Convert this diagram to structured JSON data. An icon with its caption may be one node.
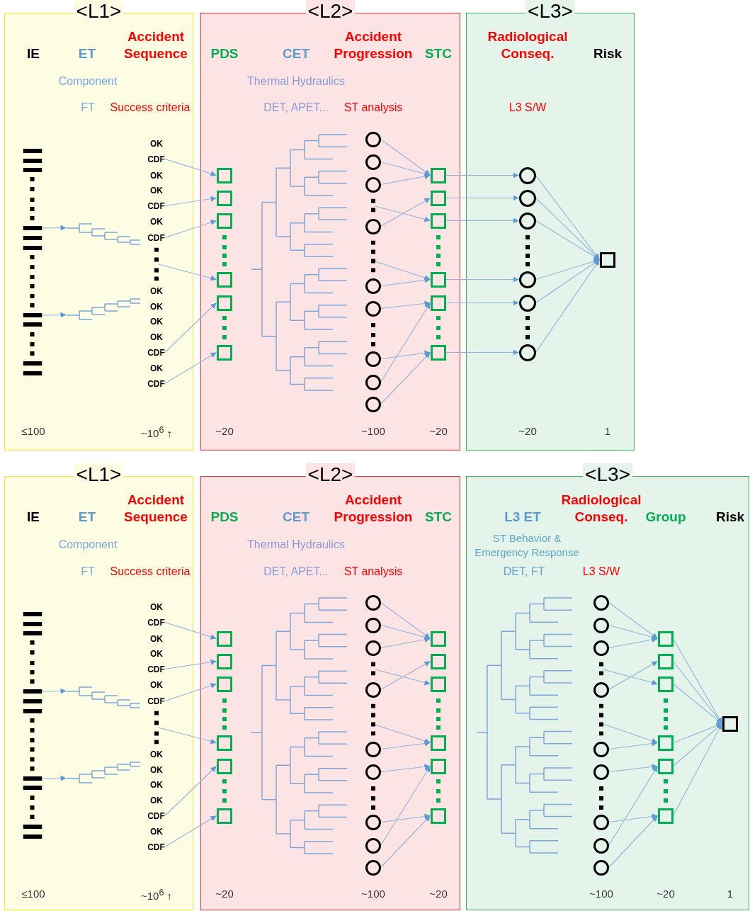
{
  "diagram": {
    "nodes": [
      {
        "text": [
          "<L1>"
        ]
      },
      {
        "text": [
          "<L2>"
        ]
      },
      {
        "text": [
          "<L3>"
        ]
      },
      {
        "text": [],
        "shape": "tree",
        "in": 0
      },
      {
        "text": [],
        "shape": "tree",
        "in": 0
      },
      {
        "text": [
          "CDF"
        ],
        "in": 0
      },
      {
        "text": [
          "CDF"
        ],
        "in": 0
      },
      {
        "text": [
          "CDF"
        ],
        "in": 0
      },
      {
        "text": [
          "CDF"
        ],
        "in": 0
      },
      {
        "text": [
          "CDF"
        ],
        "in": 0
      },
      {
        "text": [],
        "shape": "box",
        "in": 1
      },
      {
        "text": [],
        "shape": "box",
        "in": 1
      },
      {
        "text": [],
        "shape": "box",
        "in": 1
      },
      {
        "text": [],
        "shape": "box",
        "in": 1
      },
      {
        "text": [],
        "shape": "box",
        "in": 1
      },
      {
        "text": [],
        "shape": "box",
        "in": 1
      },
      {
        "text": [],
        "shape": "circle",
        "in": 1
      },
      {
        "text": [],
        "shape": "circle",
        "in": 1
      },
      {
        "text": [],
        "shape": "circle",
        "in": 1
      },
      {
        "text": [],
        "shape": "circle",
        "in": 1
      },
      {
        "text": [],
        "shape": "circle",
        "in": 1
      },
      {
        "text": [],
        "shape": "circle",
        "in": 1
      },
      {
        "text": [],
        "shape": "circle",
        "in": 1
      },
      {
        "text": [],
        "shape": "circle",
        "in": 1
      },
      {
        "text": [],
        "shape": "circle",
        "in": 1
      },
      {
        "text": [],
        "shape": "box",
        "in": 1
      },
      {
        "text": [],
        "shape": "box",
        "in": 1
      },
      {
        "text": [],
        "shape": "box",
        "in": 1
      },
      {
        "text": [],
        "shape": "box",
        "in": 1
      },
      {
        "text": [],
        "shape": "box",
        "in": 1
      },
      {
        "text": [],
        "shape": "box",
        "in": 1
      },
      {
        "text": [],
        "shape": "circle",
        "in": 2
      },
      {
        "text": [],
        "shape": "circle",
        "in": 2
      },
      {
        "text": [],
        "shape": "circle",
        "in": 2
      },
      {
        "text": [],
        "shape": "circle",
        "in": 2
      },
      {
        "text": [],
        "shape": "circle",
        "in": 2
      },
      {
        "text": [],
        "shape": "circle",
        "in": 2
      },
      {
        "text": [],
        "shape": "box",
        "in": 2
      },
      {
        "text": [
          "<L1>"
        ]
      },
      {
        "text": [
          "<L2>"
        ]
      },
      {
        "text": [
          "<L3>"
        ]
      },
      {
        "text": [],
        "shape": "tree",
        "in": 38
      },
      {
        "text": [],
        "shape": "tree",
        "in": 38
      },
      {
        "text": [
          "CDF"
        ],
        "in": 38
      },
      {
        "text": [
          "CDF"
        ],
        "in": 38
      },
      {
        "text": [
          "CDF"
        ],
        "in": 38
      },
      {
        "text": [
          "CDF"
        ],
        "in": 38
      },
      {
        "text": [
          "CDF"
        ],
        "in": 38
      },
      {
        "text": [],
        "shape": "box",
        "in": 39
      },
      {
        "text": [],
        "shape": "box",
        "in": 39
      },
      {
        "text": [],
        "shape": "box",
        "in": 39
      },
      {
        "text": [],
        "shape": "box",
        "in": 39
      },
      {
        "text": [],
        "shape": "box",
        "in": 39
      },
      {
        "text": [],
        "shape": "box",
        "in": 39
      },
      {
        "text": [],
        "shape": "circle",
        "in": 39
      },
      {
        "text": [],
        "shape": "circle",
        "in": 39
      },
      {
        "text": [],
        "shape": "circle",
        "in": 39
      },
      {
        "text": [],
        "shape": "circle",
        "in": 39
      },
      {
        "text": [],
        "shape": "circle",
        "in": 39
      },
      {
        "text": [],
        "shape": "circle",
        "in": 39
      },
      {
        "text": [],
        "shape": "circle",
        "in": 39
      },
      {
        "text": [],
        "shape": "circle",
        "in": 39
      },
      {
        "text": [],
        "shape": "circle",
        "in": 39
      },
      {
        "text": [],
        "shape": "box",
        "in": 39
      },
      {
        "text": [],
        "shape": "box",
        "in": 39
      },
      {
        "text": [],
        "shape": "box",
        "in": 39
      },
      {
        "text": [],
        "shape": "box",
        "in": 39
      },
      {
        "text": [],
        "shape": "box",
        "in": 39
      },
      {
        "text": [],
        "shape": "box",
        "in": 39
      },
      {
        "text": [],
        "shape": "circle",
        "in": 40
      },
      {
        "text": [],
        "shape": "circle",
        "in": 40
      },
      {
        "text": [],
        "shape": "circle",
        "in": 40
      },
      {
        "text": [],
        "shape": "circle",
        "in": 40
      },
      {
        "text": [],
        "shape": "circle",
        "in": 40
      },
      {
        "text": [],
        "shape": "circle",
        "in": 40
      },
      {
        "text": [],
        "shape": "circle",
        "in": 40
      },
      {
        "text": [],
        "shape": "circle",
        "in": 40
      },
      {
        "text": [],
        "shape": "circle",
        "in": 40
      },
      {
        "text": [],
        "shape": "box",
        "in": 40
      },
      {
        "text": [],
        "shape": "box",
        "in": 40
      },
      {
        "text": [],
        "shape": "box",
        "in": 40
      },
      {
        "text": [],
        "shape": "box",
        "in": 40
      },
      {
        "text": [],
        "shape": "box",
        "in": 40
      },
      {
        "text": [],
        "shape": "box",
        "in": 40
      },
      {
        "text": [],
        "shape": "box",
        "in": 40
      },
      {
        "text": [],
        "shape": "bar",
        "in": 0
      },
      {
        "text": [],
        "shape": "bar",
        "in": 38
      },
      {
        "text": [],
        "shape": "dots",
        "in": 0
      },
      {
        "text": [],
        "shape": "dots",
        "in": 1
      },
      {
        "text": [],
        "shape": "dots",
        "in": 1
      },
      {
        "text": [],
        "shape": "dots",
        "in": 38
      },
      {
        "text": [],
        "shape": "dots",
        "in": 39
      },
      {
        "text": [],
        "shape": "dots",
        "in": 39
      },
      {
        "text": [],
        "shape": "dots",
        "in": 40
      },
      {
        "text": [],
        "shape": "dots",
        "in": 40
      }
    ],
    "edges": [
      {
        "from": 85,
        "to": 3,
        "arrow": "to"
      },
      {
        "from": 85,
        "to": 4,
        "arrow": "to"
      },
      {
        "from": 5,
        "to": 10,
        "arrow": "to"
      },
      {
        "from": 6,
        "to": 11,
        "arrow": "to"
      },
      {
        "from": 7,
        "to": 12,
        "arrow": "to"
      },
      {
        "from": 87,
        "to": 13,
        "arrow": "to"
      },
      {
        "from": 8,
        "to": 14,
        "arrow": "to"
      },
      {
        "from": 9,
        "to": 15,
        "arrow": "to"
      },
      {
        "from": 16,
        "to": 25,
        "arrow": "to"
      },
      {
        "from": 17,
        "to": 25,
        "arrow": "to"
      },
      {
        "from": 18,
        "to": 25,
        "arrow": "to"
      },
      {
        "from": 88,
        "to": 27,
        "arrow": "to"
      },
      {
        "from": 19,
        "to": 26,
        "arrow": "to"
      },
      {
        "from": 89,
        "to": 28,
        "arrow": "to"
      },
      {
        "from": 20,
        "to": 28,
        "arrow": "to"
      },
      {
        "from": 21,
        "to": 29,
        "arrow": "to"
      },
      {
        "from": 22,
        "to": 30,
        "arrow": "to"
      },
      {
        "from": 23,
        "to": 29,
        "arrow": "to"
      },
      {
        "from": 24,
        "to": 30,
        "arrow": "to"
      },
      {
        "from": 25,
        "to": 31,
        "arrow": "to"
      },
      {
        "from": 26,
        "to": 32,
        "arrow": "to"
      },
      {
        "from": 27,
        "to": 33,
        "arrow": "to"
      },
      {
        "from": 28,
        "to": 34,
        "arrow": "to"
      },
      {
        "from": 29,
        "to": 35,
        "arrow": "to"
      },
      {
        "from": 30,
        "to": 36,
        "arrow": "to"
      },
      {
        "from": 31,
        "to": 37,
        "arrow": "to"
      },
      {
        "from": 32,
        "to": 37,
        "arrow": "to"
      },
      {
        "from": 33,
        "to": 37,
        "arrow": "to"
      },
      {
        "from": 34,
        "to": 37,
        "arrow": "to"
      },
      {
        "from": 35,
        "to": 37,
        "arrow": "to"
      },
      {
        "from": 36,
        "to": 37,
        "arrow": "to"
      },
      {
        "from": 86,
        "to": 41,
        "arrow": "to"
      },
      {
        "from": 86,
        "to": 42,
        "arrow": "to"
      },
      {
        "from": 43,
        "to": 48,
        "arrow": "to"
      },
      {
        "from": 44,
        "to": 49,
        "arrow": "to"
      },
      {
        "from": 45,
        "to": 50,
        "arrow": "to"
      },
      {
        "from": 90,
        "to": 51,
        "arrow": "to"
      },
      {
        "from": 46,
        "to": 52,
        "arrow": "to"
      },
      {
        "from": 47,
        "to": 53,
        "arrow": "to"
      },
      {
        "from": 54,
        "to": 63,
        "arrow": "to"
      },
      {
        "from": 55,
        "to": 63,
        "arrow": "to"
      },
      {
        "from": 56,
        "to": 63,
        "arrow": "to"
      },
      {
        "from": 91,
        "to": 65,
        "arrow": "to"
      },
      {
        "from": 57,
        "to": 64,
        "arrow": "to"
      },
      {
        "from": 92,
        "to": 66,
        "arrow": "to"
      },
      {
        "from": 58,
        "to": 66,
        "arrow": "to"
      },
      {
        "from": 59,
        "to": 67,
        "arrow": "to"
      },
      {
        "from": 60,
        "to": 68,
        "arrow": "to"
      },
      {
        "from": 61,
        "to": 67,
        "arrow": "to"
      },
      {
        "from": 62,
        "to": 68,
        "arrow": "to"
      },
      {
        "from": 69,
        "to": 78,
        "arrow": "to"
      },
      {
        "from": 70,
        "to": 78,
        "arrow": "to"
      },
      {
        "from": 71,
        "to": 78,
        "arrow": "to"
      },
      {
        "from": 93,
        "to": 80,
        "arrow": "to"
      },
      {
        "from": 72,
        "to": 79,
        "arrow": "to"
      },
      {
        "from": 94,
        "to": 81,
        "arrow": "to"
      },
      {
        "from": 73,
        "to": 81,
        "arrow": "to"
      },
      {
        "from": 74,
        "to": 82,
        "arrow": "to"
      },
      {
        "from": 75,
        "to": 83,
        "arrow": "to"
      },
      {
        "from": 76,
        "to": 82,
        "arrow": "to"
      },
      {
        "from": 77,
        "to": 83,
        "arrow": "to"
      },
      {
        "from": 78,
        "to": 84,
        "arrow": "to"
      },
      {
        "from": 79,
        "to": 84,
        "arrow": "to"
      },
      {
        "from": 80,
        "to": 84,
        "arrow": "to"
      },
      {
        "from": 81,
        "to": 84,
        "arrow": "to"
      },
      {
        "from": 82,
        "to": 84,
        "arrow": "to"
      },
      {
        "from": 83,
        "to": 84,
        "arrow": "to"
      }
    ],
    "labels": [
      "IE",
      "ET",
      "Accident Sequence",
      "PDS",
      "CET",
      "Accident Progression",
      "STC",
      "Radiological Conseq.",
      "Risk",
      "Component",
      "Thermal Hydraulics",
      "FT",
      "Success criteria",
      "DET, APET...",
      "ST analysis",
      "L3 S/W",
      "OK",
      "OK",
      "OK",
      "OK",
      "OK",
      "OK",
      "OK",
      "OK",
      "OK",
      "≤100",
      "~10$^{6}$ ↑",
      "~20",
      "~100",
      "~20",
      "~20",
      "1",
      "IE",
      "ET",
      "Accident Sequence",
      "PDS",
      "CET",
      "Accident Progression",
      "STC",
      "L3 ET",
      "Radiological Conseq.",
      "Group",
      "Risk",
      "Component",
      "Thermal Hydraulics",
      "ST Behavior & Emergency Response",
      "FT",
      "Success criteria",
      "DET, APET...",
      "ST analysis",
      "DET, FT",
      "L3 S/W",
      "OK",
      "OK",
      "OK",
      "OK",
      "OK",
      "OK",
      "OK",
      "OK",
      "OK",
      "≤100",
      "~10$^{6}$ ↑",
      "~20",
      "~100",
      "~20",
      "~100",
      "~20",
      "1"
    ]
  }
}
